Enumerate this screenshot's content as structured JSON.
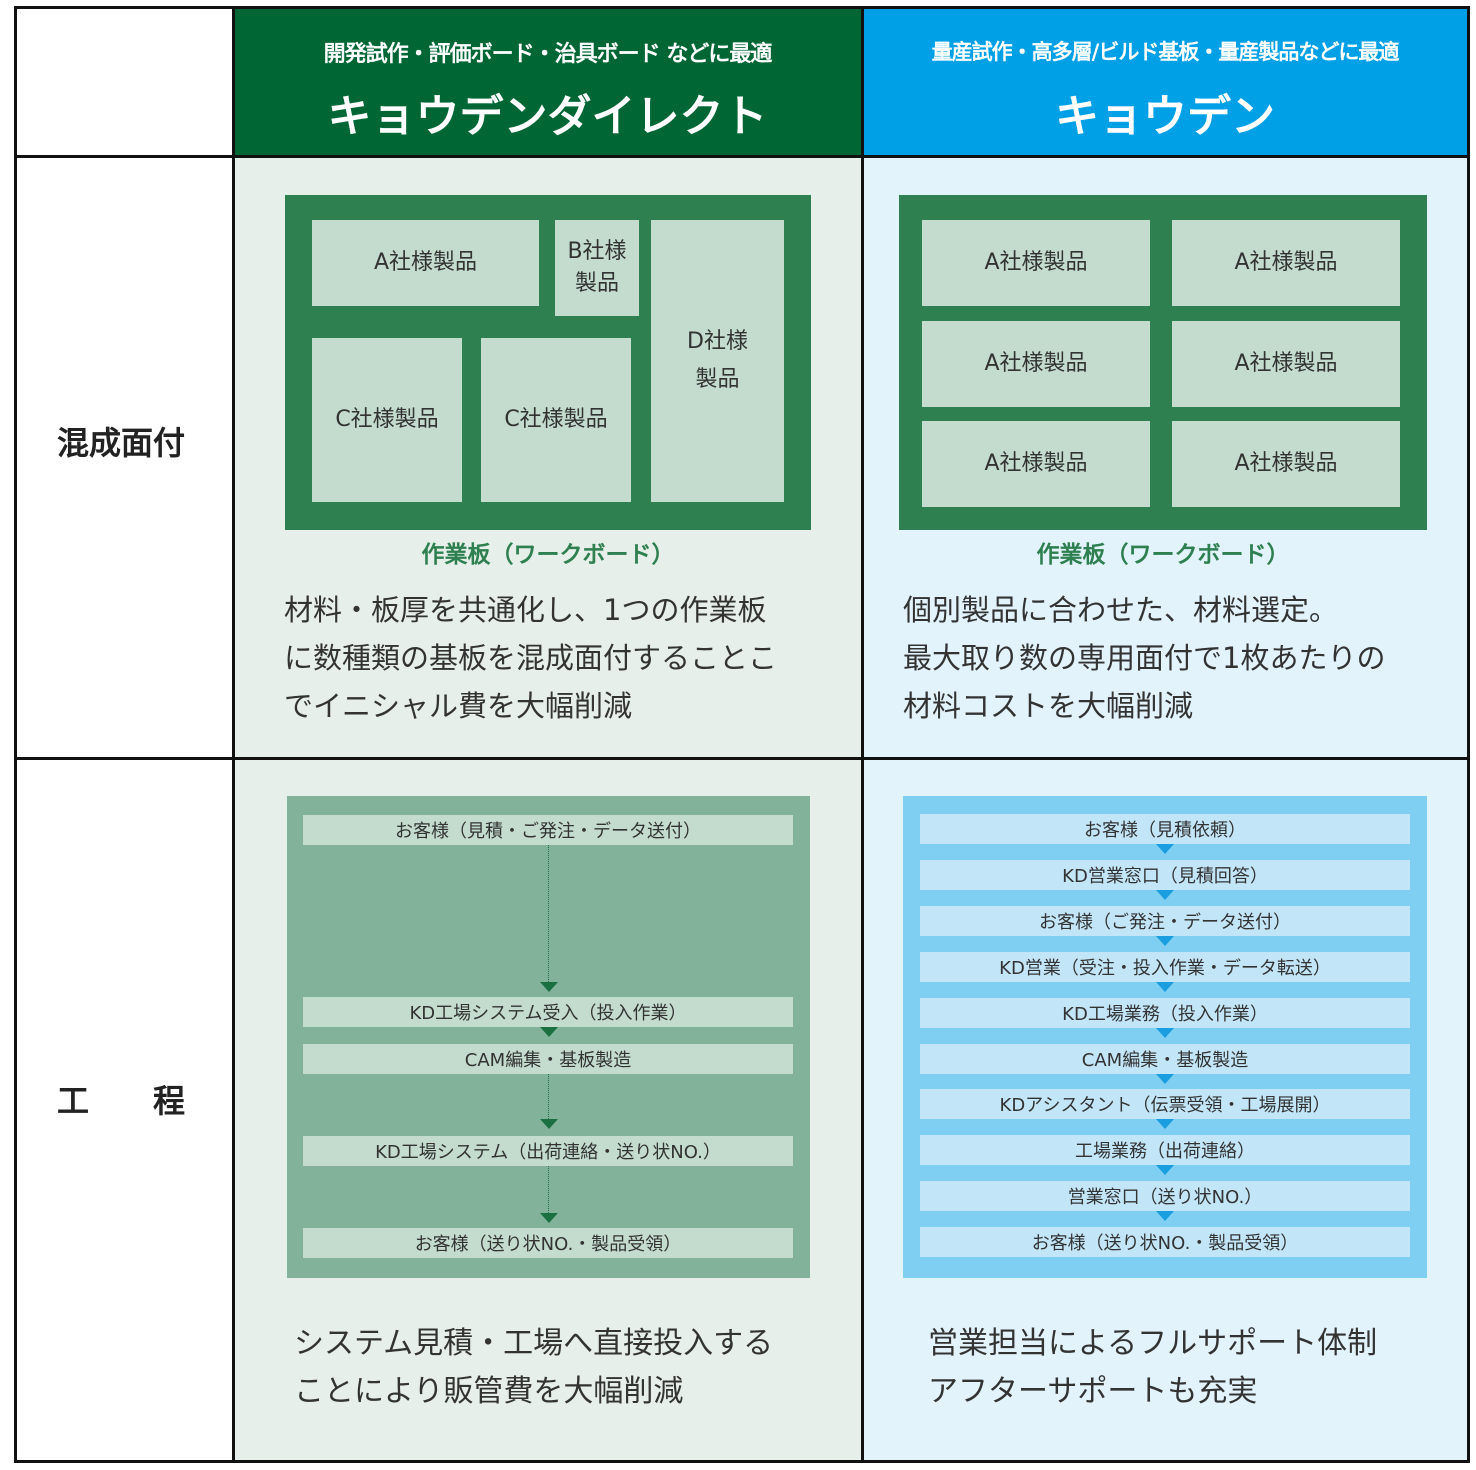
{
  "header": {
    "direct": {
      "subtitle": "開発試作・評価ボード・治具ボード などに最適",
      "title": "キョウデンダイレクト"
    },
    "kyoden": {
      "subtitle": "量産試作・高多層/ビルド基板・量産製品などに最適",
      "title": "キョウデン"
    }
  },
  "rows": {
    "panelization": "混成面付",
    "process": "工　　程"
  },
  "panelization": {
    "direct": {
      "panels": [
        "A社様製品",
        "B社様\n製品",
        "C社様製品",
        "C社様製品",
        "D社様\n製品"
      ],
      "caption": "作業板（ワークボード）",
      "description": [
        "材料・板厚を共通化し、1つの作業板",
        "に数種類の基板を混成面付することこ",
        "でイニシャル費を大幅削減"
      ]
    },
    "kyoden": {
      "panels": [
        "A社様製品",
        "A社様製品",
        "A社様製品",
        "A社様製品",
        "A社様製品",
        "A社様製品"
      ],
      "caption": "作業板（ワークボード）",
      "description": [
        "個別製品に合わせた、材料選定。",
        "最大取り数の専用面付で1枚あたりの",
        "材料コストを大幅削減"
      ]
    }
  },
  "process": {
    "direct": {
      "steps": [
        "お客様（見積・ご発注・データ送付）",
        "KD工場システム受入（投入作業）",
        "CAM編集・基板製造",
        "KD工場システム（出荷連絡・送り状NO.）",
        "お客様（送り状NO.・製品受領）"
      ],
      "description": [
        "システム見積・工場へ直接投入する",
        "ことにより販管費を大幅削減"
      ]
    },
    "kyoden": {
      "steps": [
        "お客様（見積依頼）",
        "KD営業窓口（見積回答）",
        "お客様（ご発注・データ送付）",
        "KD営業（受注・投入作業・データ転送）",
        "KD工場業務（投入作業）",
        "CAM編集・基板製造",
        "KDアシスタント（伝票受領・工場展開）",
        "工場業務（出荷連絡）",
        "営業窓口（送り状NO.）",
        "お客様（送り状NO.・製品受領）"
      ],
      "description": [
        "営業担当によるフルサポート体制",
        "アフターサポートも充実"
      ]
    }
  },
  "colors": {
    "direct_header": "#006633",
    "kyoden_header": "#00a0e6",
    "direct_board": "#2e8050",
    "kyoden_flow": "#7fcff2"
  }
}
